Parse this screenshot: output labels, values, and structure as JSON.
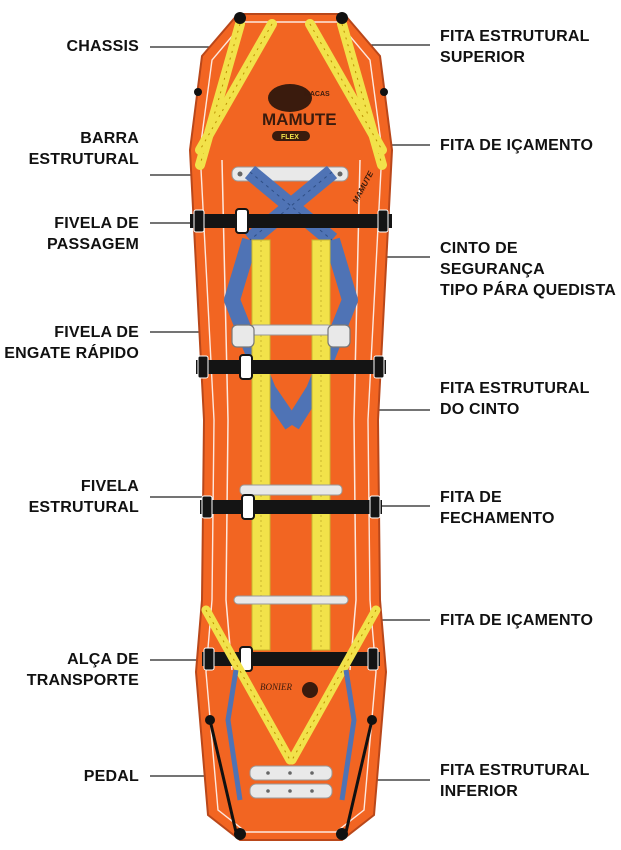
{
  "colors": {
    "body": "#f26522",
    "body_outline": "#b9471a",
    "yellow_strap": "#f2e24a",
    "blue_strap": "#4f73b5",
    "black_strap": "#141414",
    "metal": "#e9e9e9",
    "leader": "#222222"
  },
  "logo": {
    "brand": "MAMUTE",
    "prefix": "MACAS",
    "model": "FLEX",
    "side_text": "MAMUTE",
    "maker": "BONIER"
  },
  "labels_left": [
    {
      "text": "CHASSIS"
    },
    {
      "text": "BARRA\nESTRUTURAL"
    },
    {
      "text": "FIVELA DE\nPASSAGEM"
    },
    {
      "text": "FIVELA DE\nENGATE RÁPIDO"
    },
    {
      "text": "FIVELA\nESTRUTURAL"
    },
    {
      "text": "ALÇA DE\nTRANSPORTE"
    },
    {
      "text": "PEDAL"
    }
  ],
  "labels_right": [
    {
      "text": "FITA ESTRUTURAL\nSUPERIOR"
    },
    {
      "text": "FITA DE IÇAMENTO"
    },
    {
      "text": "CINTO DE SEGURANÇA\nTIPO PÁRA QUEDISTA"
    },
    {
      "text": "FITA ESTRUTURAL\nDO CINTO"
    },
    {
      "text": "FITA DE\nFECHAMENTO"
    },
    {
      "text": "FITA DE IÇAMENTO"
    },
    {
      "text": "FITA ESTRUTURAL\nINFERIOR"
    }
  ]
}
